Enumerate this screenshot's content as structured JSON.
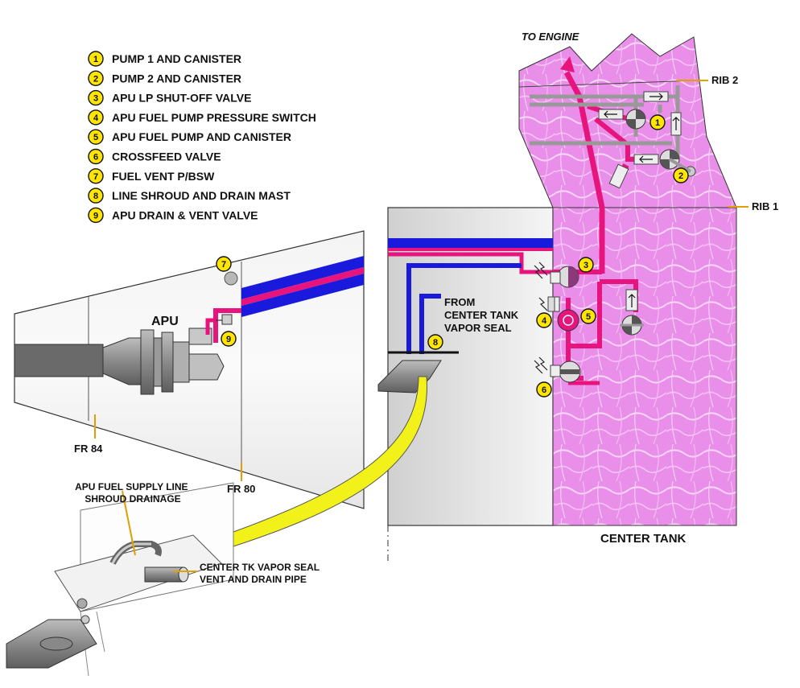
{
  "legend": [
    {
      "num": "1",
      "text": "PUMP 1 AND CANISTER"
    },
    {
      "num": "2",
      "text": "PUMP 2 AND CANISTER"
    },
    {
      "num": "3",
      "text": "APU LP SHUT-OFF VALVE"
    },
    {
      "num": "4",
      "text": "APU FUEL PUMP PRESSURE SWITCH"
    },
    {
      "num": "5",
      "text": "APU FUEL PUMP AND CANISTER"
    },
    {
      "num": "6",
      "text": "CROSSFEED VALVE"
    },
    {
      "num": "7",
      "text": "FUEL VENT P/BSW"
    },
    {
      "num": "8",
      "text": "LINE SHROUD AND DRAIN MAST"
    },
    {
      "num": "9",
      "text": "APU DRAIN & VENT VALVE"
    }
  ],
  "labels": {
    "to_engine": "TO ENGINE",
    "rib2": "RIB 2",
    "rib1": "RIB 1",
    "apu": "APU",
    "fr84": "FR 84",
    "fr80": "FR 80",
    "from_center_tank": [
      "FROM",
      "CENTER TANK",
      "VAPOR SEAL"
    ],
    "center_tank": "CENTER TANK",
    "shroud_drainage": [
      "APU FUEL SUPPLY LINE",
      "SHROUD DRAINAGE"
    ],
    "vapor_seal_pipe": [
      "CENTER TK VAPOR SEAL",
      "VENT AND DRAIN PIPE"
    ]
  },
  "callouts": [
    "1",
    "2",
    "3",
    "4",
    "5",
    "6",
    "7",
    "8",
    "9"
  ],
  "colors": {
    "fuel_line": "#e8147e",
    "vent_line": "#1a1adc",
    "tank_fill": "#e98fe9",
    "callout": "#ffe600",
    "arrow": "#f2f21a"
  }
}
